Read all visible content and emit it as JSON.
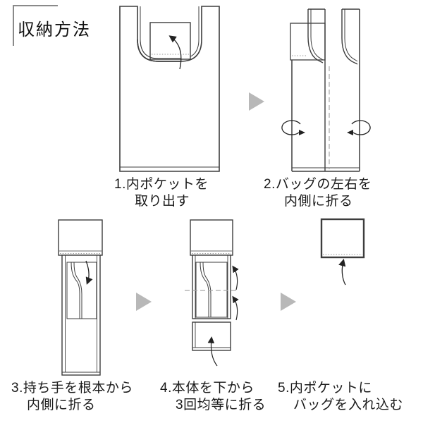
{
  "title": "収納方法",
  "colors": {
    "background": "#ffffff",
    "outline": "#3d3d3d",
    "text": "#1a1a1a",
    "dotted_line": "#999999",
    "dashed_fold_line": "#a6a6a6",
    "next_step_arrow": "#b8b8b8",
    "title_bracket": "#8a8a8a"
  },
  "steps": [
    {
      "label_line1": "1.内ポケットを",
      "label_line2": "取り出す",
      "illustration": "bag-with-inner-pocket-pulled-out"
    },
    {
      "label_line1": "2.バッグの左右を",
      "label_line2": "内側に折る",
      "illustration": "bag-left-right-folded-inward"
    },
    {
      "label_line1": "3.持ち手を根本から",
      "label_line2": "内側に折る",
      "illustration": "handles-folded-from-base"
    },
    {
      "label_line1": "4.本体を下から",
      "label_line2": "3回均等に折る",
      "illustration": "body-folded-three-times-from-bottom"
    },
    {
      "label_line1": "5.内ポケットに",
      "label_line2": "バッグを入れ込む",
      "illustration": "bag-tucked-into-inner-pocket"
    }
  ]
}
